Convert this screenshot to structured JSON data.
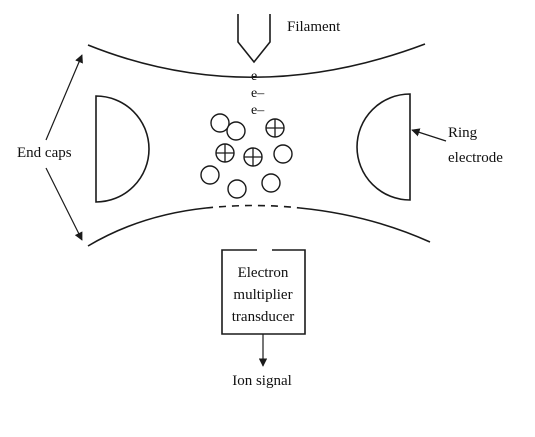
{
  "labels": {
    "filament": "Filament",
    "end_caps": "End caps",
    "ring_line1": "Ring",
    "ring_line2": "electrode",
    "transducer_line1": "Electron",
    "transducer_line2": "multiplier",
    "transducer_line3": "transducer",
    "ion_signal": "Ion signal"
  },
  "electrons": [
    "e–",
    "e–",
    "e–"
  ],
  "ions": [
    {
      "charge": "neutral"
    },
    {
      "charge": "neutral"
    },
    {
      "charge": "positive"
    },
    {
      "charge": "positive"
    },
    {
      "charge": "positive"
    },
    {
      "charge": "neutral"
    },
    {
      "charge": "neutral"
    },
    {
      "charge": "neutral"
    },
    {
      "charge": "neutral"
    }
  ],
  "colors": {
    "ink": "#1a1a1a",
    "background": "#ffffff"
  }
}
